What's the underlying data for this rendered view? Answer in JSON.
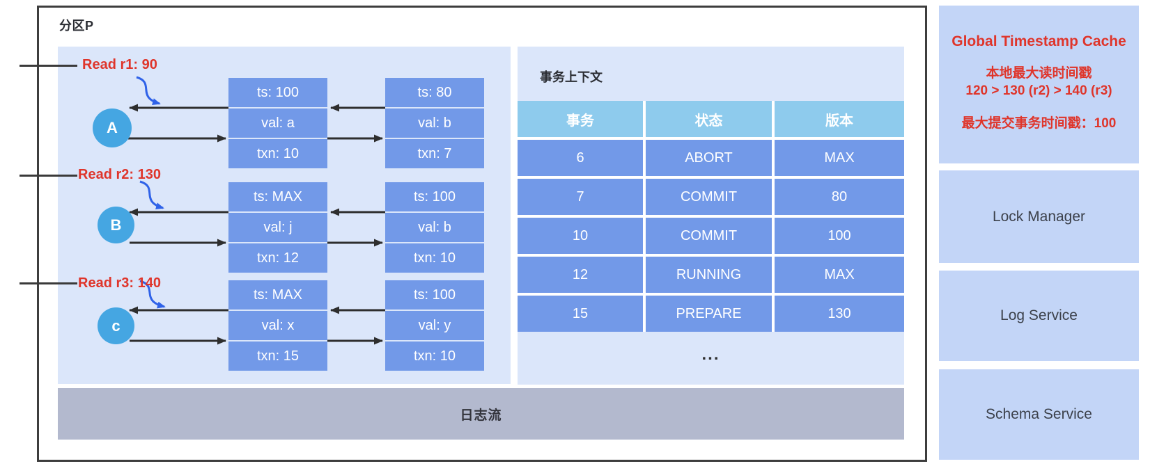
{
  "partition": {
    "title": "分区P"
  },
  "version_panel": {
    "chains": [
      {
        "read_label": "Read r1: 90",
        "node": "A",
        "head": {
          "ts": "ts: 100",
          "val": "val: a",
          "txn": "txn: 10"
        },
        "tail": {
          "ts": "ts: 80",
          "val": "val: b",
          "txn": "txn: 7"
        }
      },
      {
        "read_label": "Read r2: 130",
        "node": "B",
        "head": {
          "ts": "ts: MAX",
          "val": "val: j",
          "txn": "txn: 12"
        },
        "tail": {
          "ts": "ts: 100",
          "val": "val: b",
          "txn": "txn: 10"
        }
      },
      {
        "read_label": "Read r3: 140",
        "node": "c",
        "head": {
          "ts": "ts: MAX",
          "val": "val: x",
          "txn": "txn: 15"
        },
        "tail": {
          "ts": "ts: 100",
          "val": "val: y",
          "txn": "txn: 10"
        }
      }
    ]
  },
  "transaction_table": {
    "title": "事务上下文",
    "headers": [
      "事务",
      "状态",
      "版本"
    ],
    "rows": [
      [
        "6",
        "ABORT",
        "MAX"
      ],
      [
        "7",
        "COMMIT",
        "80"
      ],
      [
        "10",
        "COMMIT",
        "100"
      ],
      [
        "12",
        "RUNNING",
        "MAX"
      ],
      [
        "15",
        "PREPARE",
        "130"
      ]
    ],
    "more": "..."
  },
  "log_stream": {
    "label": "日志流"
  },
  "right_panel": {
    "global_timestamp_cache": {
      "title": "Global Timestamp Cache",
      "local_max_read_ts_label": "本地最大读时间戳",
      "local_max_read_ts_values": "120 > 130 (r2) > 140 (r3)",
      "max_commit_ts": "最大提交事务时间戳：100"
    },
    "lock_manager": "Lock Manager",
    "log_service": "Log Service",
    "schema_service": "Schema Service"
  },
  "colors": {
    "version_box_blue": "#7299e8",
    "table_header_blue": "#8ecbed",
    "node_blue": "#45a6e2",
    "panel_bg": "#dbe6fa",
    "service_box_bg": "#c3d5f7",
    "log_bar_bg": "#b3b9ce",
    "alert_red": "#df352b",
    "arrow_black": "#2e2e2e",
    "arrow_blue": "#2f62e8"
  }
}
